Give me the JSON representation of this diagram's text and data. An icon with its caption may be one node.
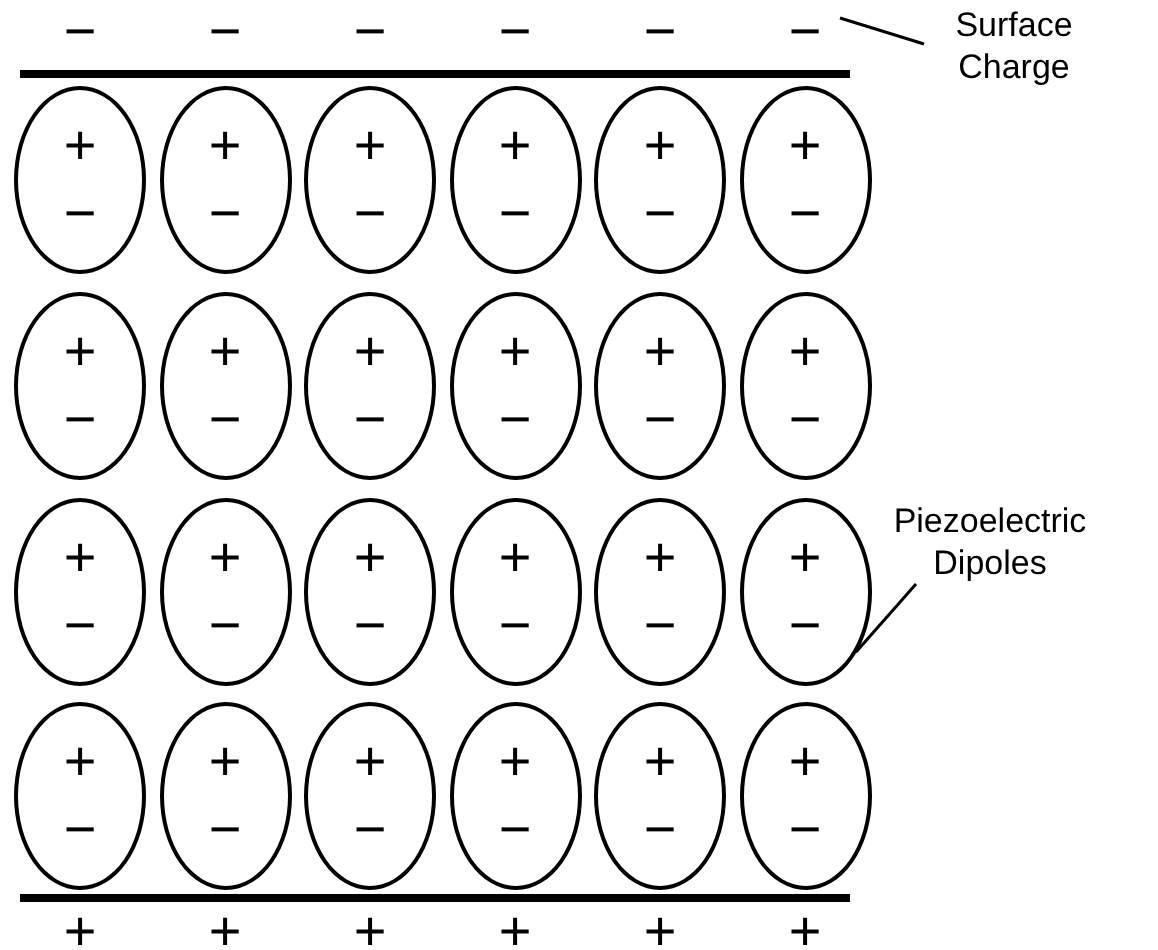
{
  "diagram": {
    "nodes": [
      {
        "text": [
          "Surface Charge"
        ]
      },
      {
        "text": [
          "Piezoelectric Dipoles"
        ]
      },
      {
        "text": [
          "+",
          "−"
        ]
      },
      {
        "text": [
          "+",
          "−"
        ]
      },
      {
        "text": [
          "+",
          "−"
        ]
      },
      {
        "text": [
          "+",
          "−"
        ]
      },
      {
        "text": [
          "+",
          "−"
        ]
      },
      {
        "text": [
          "+",
          "−"
        ]
      },
      {
        "text": [
          "+",
          "−"
        ]
      },
      {
        "text": [
          "+",
          "−"
        ]
      },
      {
        "text": [
          "+",
          "−"
        ]
      },
      {
        "text": [
          "+",
          "−"
        ]
      },
      {
        "text": [
          "+",
          "−"
        ]
      },
      {
        "text": [
          "+",
          "−"
        ]
      },
      {
        "text": [
          "+",
          "−"
        ]
      },
      {
        "text": [
          "+",
          "−"
        ]
      },
      {
        "text": [
          "+",
          "−"
        ]
      },
      {
        "text": [
          "+",
          "−"
        ]
      },
      {
        "text": [
          "+",
          "−"
        ]
      },
      {
        "text": [
          "+",
          "−"
        ]
      },
      {
        "text": [
          "+",
          "−"
        ]
      },
      {
        "text": [
          "+",
          "−"
        ]
      },
      {
        "text": [
          "+",
          "−"
        ]
      },
      {
        "text": [
          "+",
          "−"
        ]
      },
      {
        "text": [
          "+",
          "−"
        ]
      },
      {
        "text": [
          "+",
          "−"
        ]
      }
    ],
    "edges": [
      {
        "from": 0,
        "to": null,
        "arrow": "none"
      },
      {
        "from": 1,
        "to": 19,
        "arrow": "none"
      }
    ],
    "labels": [
      "−",
      "−",
      "−",
      "−",
      "−",
      "−",
      "+",
      "+",
      "+",
      "+",
      "+",
      "+"
    ]
  }
}
